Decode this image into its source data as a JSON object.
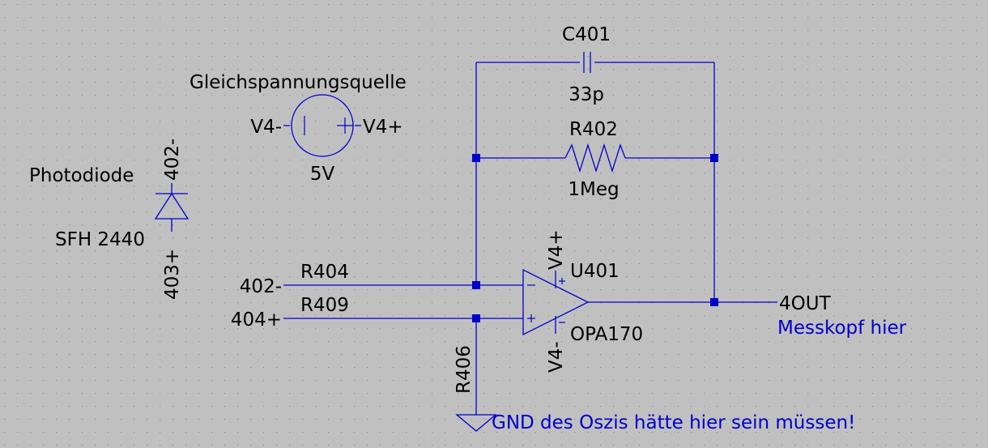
{
  "components": {
    "capacitor": {
      "ref": "C401",
      "value": "33p"
    },
    "feedback_resistor": {
      "ref": "R402",
      "value": "1Meg"
    },
    "input_resistor_inv": {
      "ref": "R404"
    },
    "input_resistor_noninv": {
      "ref": "R409"
    },
    "ground_resistor": {
      "ref": "R406"
    },
    "opamp": {
      "ref": "U401",
      "value": "OPA170",
      "supply_pos": "V4+",
      "supply_neg": "V4-"
    },
    "source": {
      "title": "Gleichspannungsquelle",
      "neg": "V4-",
      "pos": "V4+",
      "value": "5V"
    },
    "photodiode": {
      "title": "Photodiode",
      "part": "SFH 2440",
      "pin_top": "402-",
      "pin_bottom": "403+"
    }
  },
  "nets": {
    "in_neg": "402-",
    "in_pos": "404+",
    "out": "4OUT"
  },
  "notes": {
    "probe": "Messkopf hier",
    "ground": "GND des Oszis hätte hier sein müssen!"
  },
  "colors": {
    "background": "#c0c0c0",
    "wire": "#0000cc",
    "label": "#000000",
    "note": "#0000cc",
    "grid": "#8c8c8c"
  }
}
